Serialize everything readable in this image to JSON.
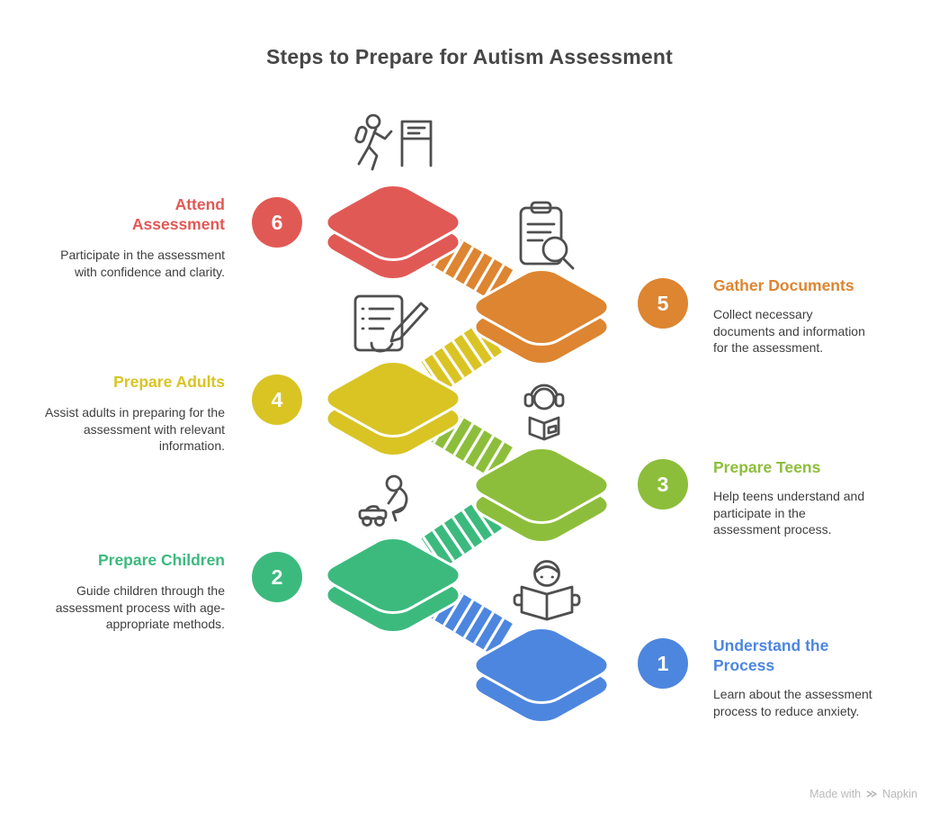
{
  "title": "Steps to Prepare for Autism Assessment",
  "steps": [
    {
      "number": "1",
      "title": "Understand the Process",
      "description": "Learn about the assessment process to reduce anxiety.",
      "color": "#4D86DF",
      "side": "right",
      "icon": "book-reader-icon"
    },
    {
      "number": "2",
      "title": "Prepare Children",
      "description": "Guide children through the assessment process with age-appropriate methods.",
      "color": "#3CBA7E",
      "side": "left",
      "icon": "crawling-child-icon"
    },
    {
      "number": "3",
      "title": "Prepare Teens",
      "description": "Help teens understand and participate in the assessment process.",
      "color": "#8DBE3B",
      "side": "right",
      "icon": "headphones-reader-icon"
    },
    {
      "number": "4",
      "title": "Prepare Adults",
      "description": "Assist adults in preparing for the assessment with relevant information.",
      "color": "#D9C424",
      "side": "left",
      "icon": "document-pen-icon"
    },
    {
      "number": "5",
      "title": "Gather Documents",
      "description": "Collect necessary documents and information for the assessment.",
      "color": "#DD8531",
      "side": "right",
      "icon": "clipboard-search-icon"
    },
    {
      "number": "6",
      "title": "Attend Assessment",
      "description": "Participate in the assessment with confidence and clarity.",
      "color": "#E15955",
      "side": "left",
      "icon": "walking-to-door-icon"
    }
  ],
  "watermark": {
    "text": "Made with",
    "brand": "Napkin"
  }
}
